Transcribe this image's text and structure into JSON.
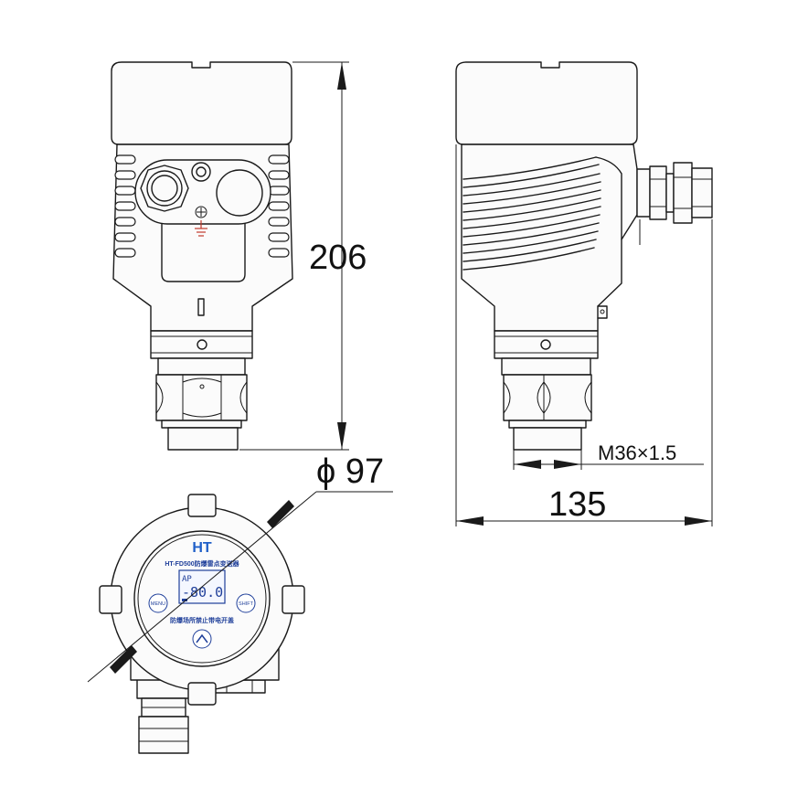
{
  "dimensions": {
    "height": "206",
    "diameter": "ϕ 97",
    "thread": "M36×1.5",
    "width": "135"
  },
  "faceplate": {
    "brand": "HT",
    "model": "HT-FD500防爆雷点变送器",
    "display_mode": "AP",
    "display_value": "-80.0",
    "left_button": "MENU",
    "right_button": "SHIFT",
    "warning": "防爆场所禁止带电开盖"
  },
  "colors": {
    "line": "#1a1a1a",
    "faceplate_text": "#1f3f9a"
  },
  "icons": {
    "ground": "ground-symbol-icon",
    "up": "up-arrow-icon"
  }
}
